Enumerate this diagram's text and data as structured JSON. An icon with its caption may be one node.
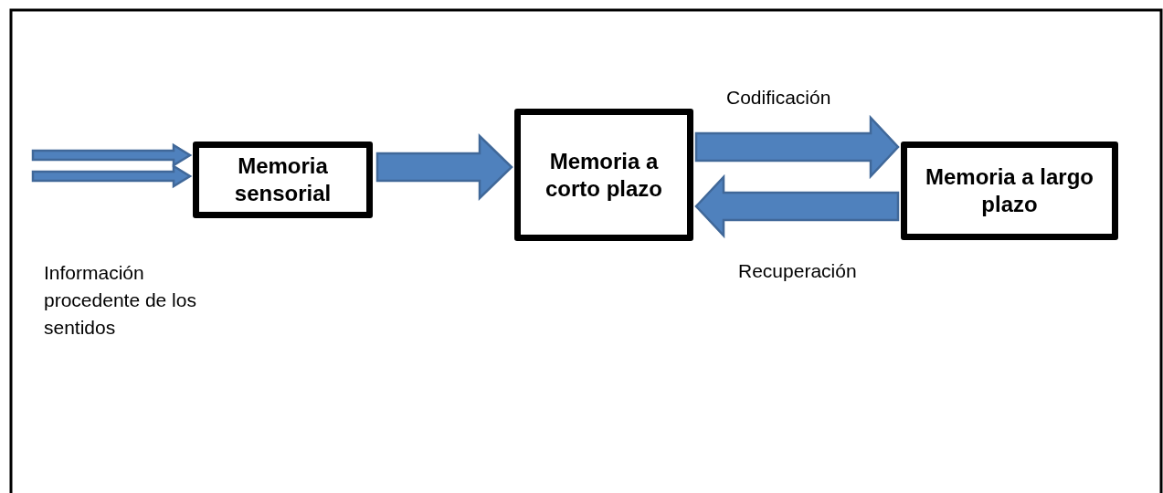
{
  "diagram": {
    "nodes": [
      {
        "text": [
          "Memoria sensorial"
        ]
      },
      {
        "text": [
          "Memoria a corto plazo"
        ]
      },
      {
        "text": [
          "Memoria a largo plazo"
        ]
      }
    ],
    "edges": [
      {
        "from": null,
        "to": 0,
        "arrow": "to"
      },
      {
        "from": null,
        "to": 0,
        "arrow": "to"
      },
      {
        "from": 0,
        "to": 1,
        "arrow": "to"
      },
      {
        "from": 1,
        "to": 2,
        "arrow": "to",
        "label": "Codificación"
      },
      {
        "from": 2,
        "to": 1,
        "arrow": "to",
        "label": "Recuperación"
      }
    ],
    "labels": [
      "Información procedente de los sentidos"
    ]
  }
}
